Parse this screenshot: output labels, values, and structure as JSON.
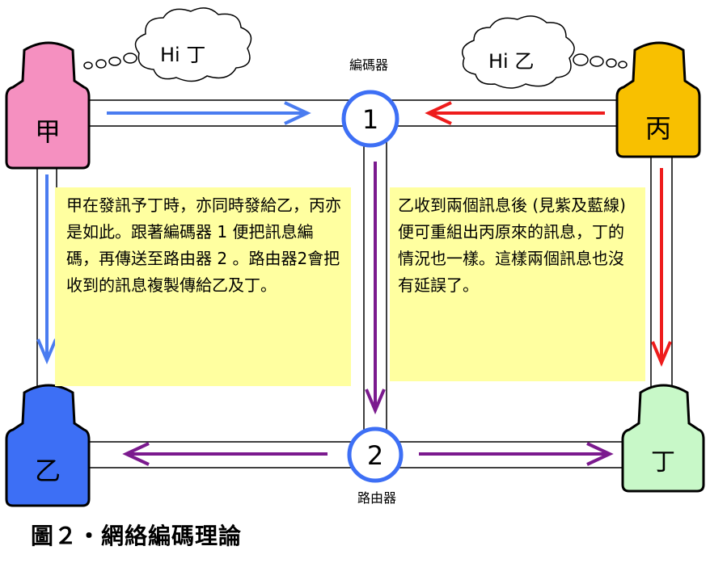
{
  "nodes": {
    "jia": {
      "label": "甲",
      "color": "#f590c0"
    },
    "bing": {
      "label": "丙",
      "color": "#f8c000"
    },
    "yi": {
      "label": "乙",
      "color": "#3d6ff5"
    },
    "ding": {
      "label": "丁",
      "color": "#c8f8c8"
    }
  },
  "bubbles": {
    "left": "Hi 丁",
    "right": "Hi 乙"
  },
  "routers": {
    "encoder": {
      "number": "1",
      "label": "編碼器"
    },
    "router": {
      "number": "2",
      "label": "路由器"
    }
  },
  "text_left": "甲在發訊予丁時，亦同時發給乙，丙亦是如此。跟著編碼器 1 便把訊息編碼，再傳送至路由器 2 。路由器2會把收到的訊息複製傳給乙及丁。",
  "text_right": "乙收到兩個訊息後 (見紫及藍線)便可重組出丙原來的訊息，丁的情況也一樣。這樣兩個訊息也沒有延誤了。",
  "caption": "圖２・網絡編碼理論",
  "colors": {
    "blue_arrow": "#4a7cf0",
    "red_arrow": "#ee1c1c",
    "purple_arrow": "#7b1a8e",
    "circle": "#3d6ff5"
  }
}
